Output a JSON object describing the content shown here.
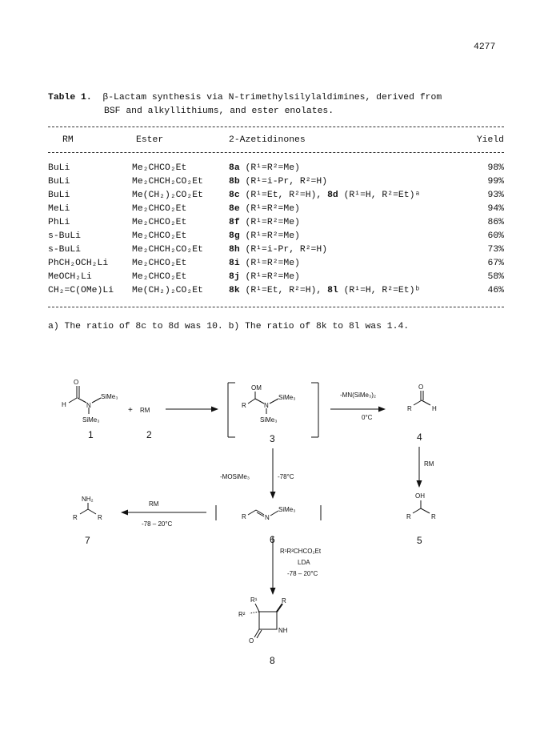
{
  "page_number": "4277",
  "caption": {
    "label": "Table 1.",
    "line1": "β-Lactam synthesis via N-trimethylsilylaldimines, derived from",
    "line2": "BSF and alkyllithiums, and ester enolates."
  },
  "table": {
    "headers": [
      "RM",
      "Ester",
      "2-Azetidinones",
      "Yield"
    ],
    "rows": [
      {
        "rm": "BuLi",
        "ester": "Me₂CHCO₂Et",
        "cpd": "8a",
        "desc": "(R¹=R²=Me)",
        "cpd2": "",
        "desc2": "",
        "yield": "98%"
      },
      {
        "rm": "BuLi",
        "ester": "Me₂CHCH₂CO₂Et",
        "cpd": "8b",
        "desc": "(R¹=i-Pr, R²=H)",
        "cpd2": "",
        "desc2": "",
        "yield": "99%"
      },
      {
        "rm": "BuLi",
        "ester": "Me(CH₂)₂CO₂Et",
        "cpd": "8c",
        "desc": "(R¹=Et, R²=H),",
        "cpd2": "8d",
        "desc2": "(R¹=H, R²=Et)ᵃ",
        "yield": "93%"
      },
      {
        "rm": "MeLi",
        "ester": "Me₂CHCO₂Et",
        "cpd": "8e",
        "desc": "(R¹=R²=Me)",
        "cpd2": "",
        "desc2": "",
        "yield": "94%"
      },
      {
        "rm": "PhLi",
        "ester": "Me₂CHCO₂Et",
        "cpd": "8f",
        "desc": "(R¹=R²=Me)",
        "cpd2": "",
        "desc2": "",
        "yield": "86%"
      },
      {
        "rm": "s-BuLi",
        "ester": "Me₂CHCO₂Et",
        "cpd": "8g",
        "desc": "(R¹=R²=Me)",
        "cpd2": "",
        "desc2": "",
        "yield": "60%"
      },
      {
        "rm": "s-BuLi",
        "ester": "Me₂CHCH₂CO₂Et",
        "cpd": "8h",
        "desc": "(R¹=i-Pr, R²=H)",
        "cpd2": "",
        "desc2": "",
        "yield": "73%"
      },
      {
        "rm": "PhCH₂OCH₂Li",
        "ester": "Me₂CHCO₂Et",
        "cpd": "8i",
        "desc": "(R¹=R²=Me)",
        "cpd2": "",
        "desc2": "",
        "yield": "67%"
      },
      {
        "rm": "MeOCH₂Li",
        "ester": "Me₂CHCO₂Et",
        "cpd": "8j",
        "desc": "(R¹=R²=Me)",
        "cpd2": "",
        "desc2": "",
        "yield": "58%"
      },
      {
        "rm": "CH₂=C(OMe)Li",
        "ester": "Me(CH₂)₂CO₂Et",
        "cpd": "8k",
        "desc": "(R¹=Et, R²=H),",
        "cpd2": "8l",
        "desc2": "(R¹=H, R²=Et)ᵇ",
        "yield": "46%"
      }
    ]
  },
  "footnotes": "a) The ratio of 8c to 8d was 10.  b) The ratio of 8k to 8l was 1.4.",
  "scheme": {
    "labels": {
      "c1": "1",
      "c2": "2",
      "c3": "3",
      "c4": "4",
      "c5": "5",
      "c6": "6",
      "c7": "7",
      "c8": "8"
    },
    "atoms": {
      "O": "O",
      "H": "H",
      "N": "N",
      "SiMe3": "SiMe₃",
      "R": "R",
      "OH": "OH",
      "OM": "OM",
      "NH2": "NH₂",
      "NH": "NH",
      "R1": "R¹",
      "R2": "R²",
      "plus": "+",
      "RM": "RM"
    },
    "conditions": {
      "step3_4_reagent": "-MN(SiMe₃)₂",
      "step3_4_temp": "0°C",
      "step4_5": "RM",
      "step3_6_reagent": "-MOSiMe₃",
      "step3_6_temp": "-78°C",
      "step6_7_reagent": "RM",
      "step6_7_temp": "-78 – 20°C",
      "step6_8_reagent": "R¹R²CHCO₂Et",
      "step6_8_base": "LDA",
      "step6_8_temp": "-78 – 20°C"
    }
  }
}
